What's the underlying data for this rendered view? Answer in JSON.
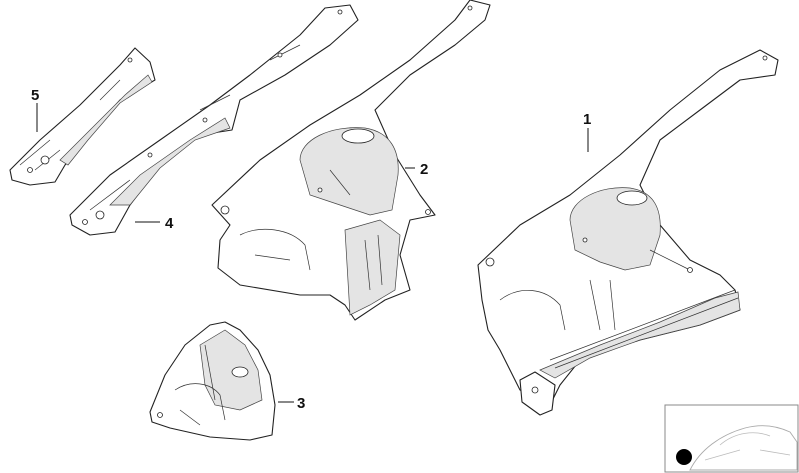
{
  "callouts": [
    {
      "id": "1",
      "label": "1"
    },
    {
      "id": "2",
      "label": "2"
    },
    {
      "id": "3",
      "label": "3"
    },
    {
      "id": "4",
      "label": "4"
    },
    {
      "id": "5",
      "label": "5"
    }
  ],
  "thumbnail": {
    "icon": "car-location-icon",
    "dot_color": "#000000"
  },
  "colors": {
    "line": "#222222",
    "shade": "#e4e4e4",
    "background": "#ffffff"
  }
}
